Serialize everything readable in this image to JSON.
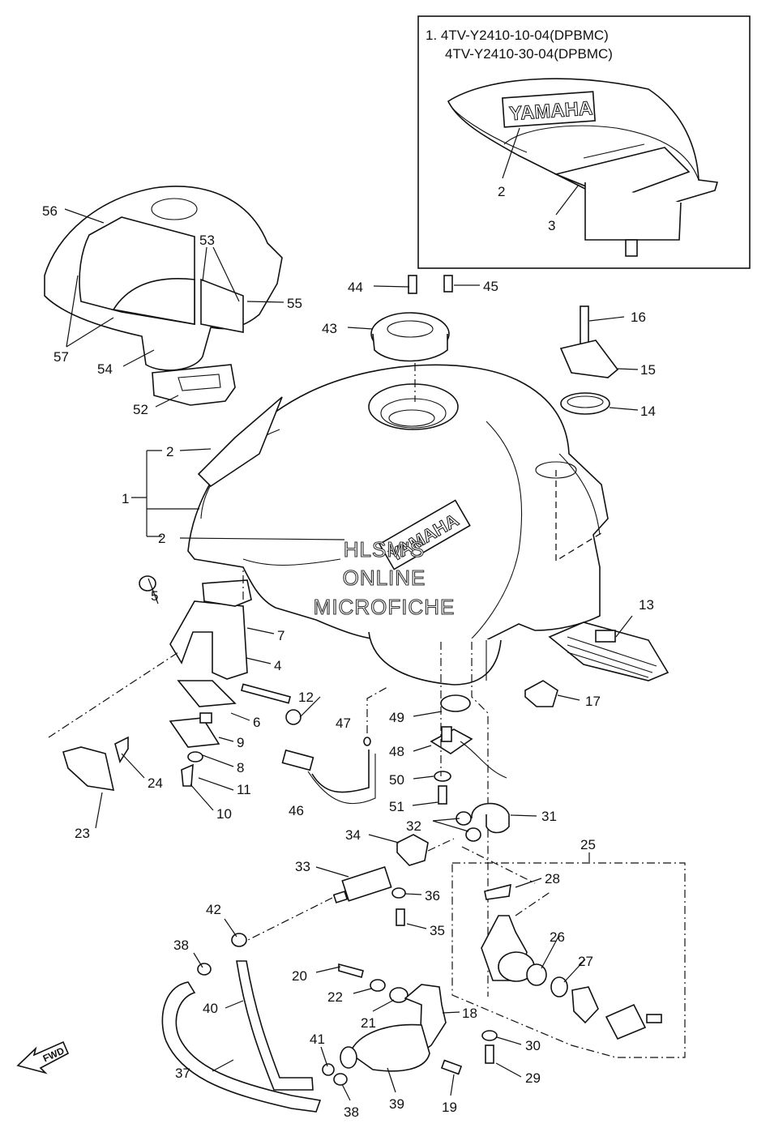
{
  "inset": {
    "line1": "1. 4TV-Y2410-10-04(DPBMC)",
    "line2": "4TV-Y2410-30-04(DPBMC)",
    "decal_text": "YAMAHA",
    "label_2": "2",
    "label_3": "3"
  },
  "tank_decal_text": "YAMAHA",
  "watermark": {
    "line1": "HLSM'S",
    "line2": "ONLINE",
    "line3": "MICROFICHE"
  },
  "fwd_label": "FWD",
  "callouts": {
    "c1": "1",
    "c2a": "2",
    "c2b": "2",
    "c4": "4",
    "c5": "5",
    "c6": "6",
    "c7": "7",
    "c8": "8",
    "c9": "9",
    "c10": "10",
    "c11": "11",
    "c12": "12",
    "c13": "13",
    "c14": "14",
    "c15": "15",
    "c16": "16",
    "c17": "17",
    "c18": "18",
    "c19": "19",
    "c20": "20",
    "c21": "21",
    "c22": "22",
    "c23": "23",
    "c24": "24",
    "c25": "25",
    "c26": "26",
    "c27": "27",
    "c28": "28",
    "c29": "29",
    "c30": "30",
    "c31": "31",
    "c32": "32",
    "c33": "33",
    "c34": "34",
    "c35": "35",
    "c36": "36",
    "c37": "37",
    "c38a": "38",
    "c38b": "38",
    "c39": "39",
    "c40": "40",
    "c41": "41",
    "c42": "42",
    "c43": "43",
    "c44": "44",
    "c45": "45",
    "c46": "46",
    "c47": "47",
    "c48": "48",
    "c49": "49",
    "c50": "50",
    "c51": "51",
    "c52": "52",
    "c53": "53",
    "c54": "54",
    "c55": "55",
    "c56": "56",
    "c57": "57"
  }
}
